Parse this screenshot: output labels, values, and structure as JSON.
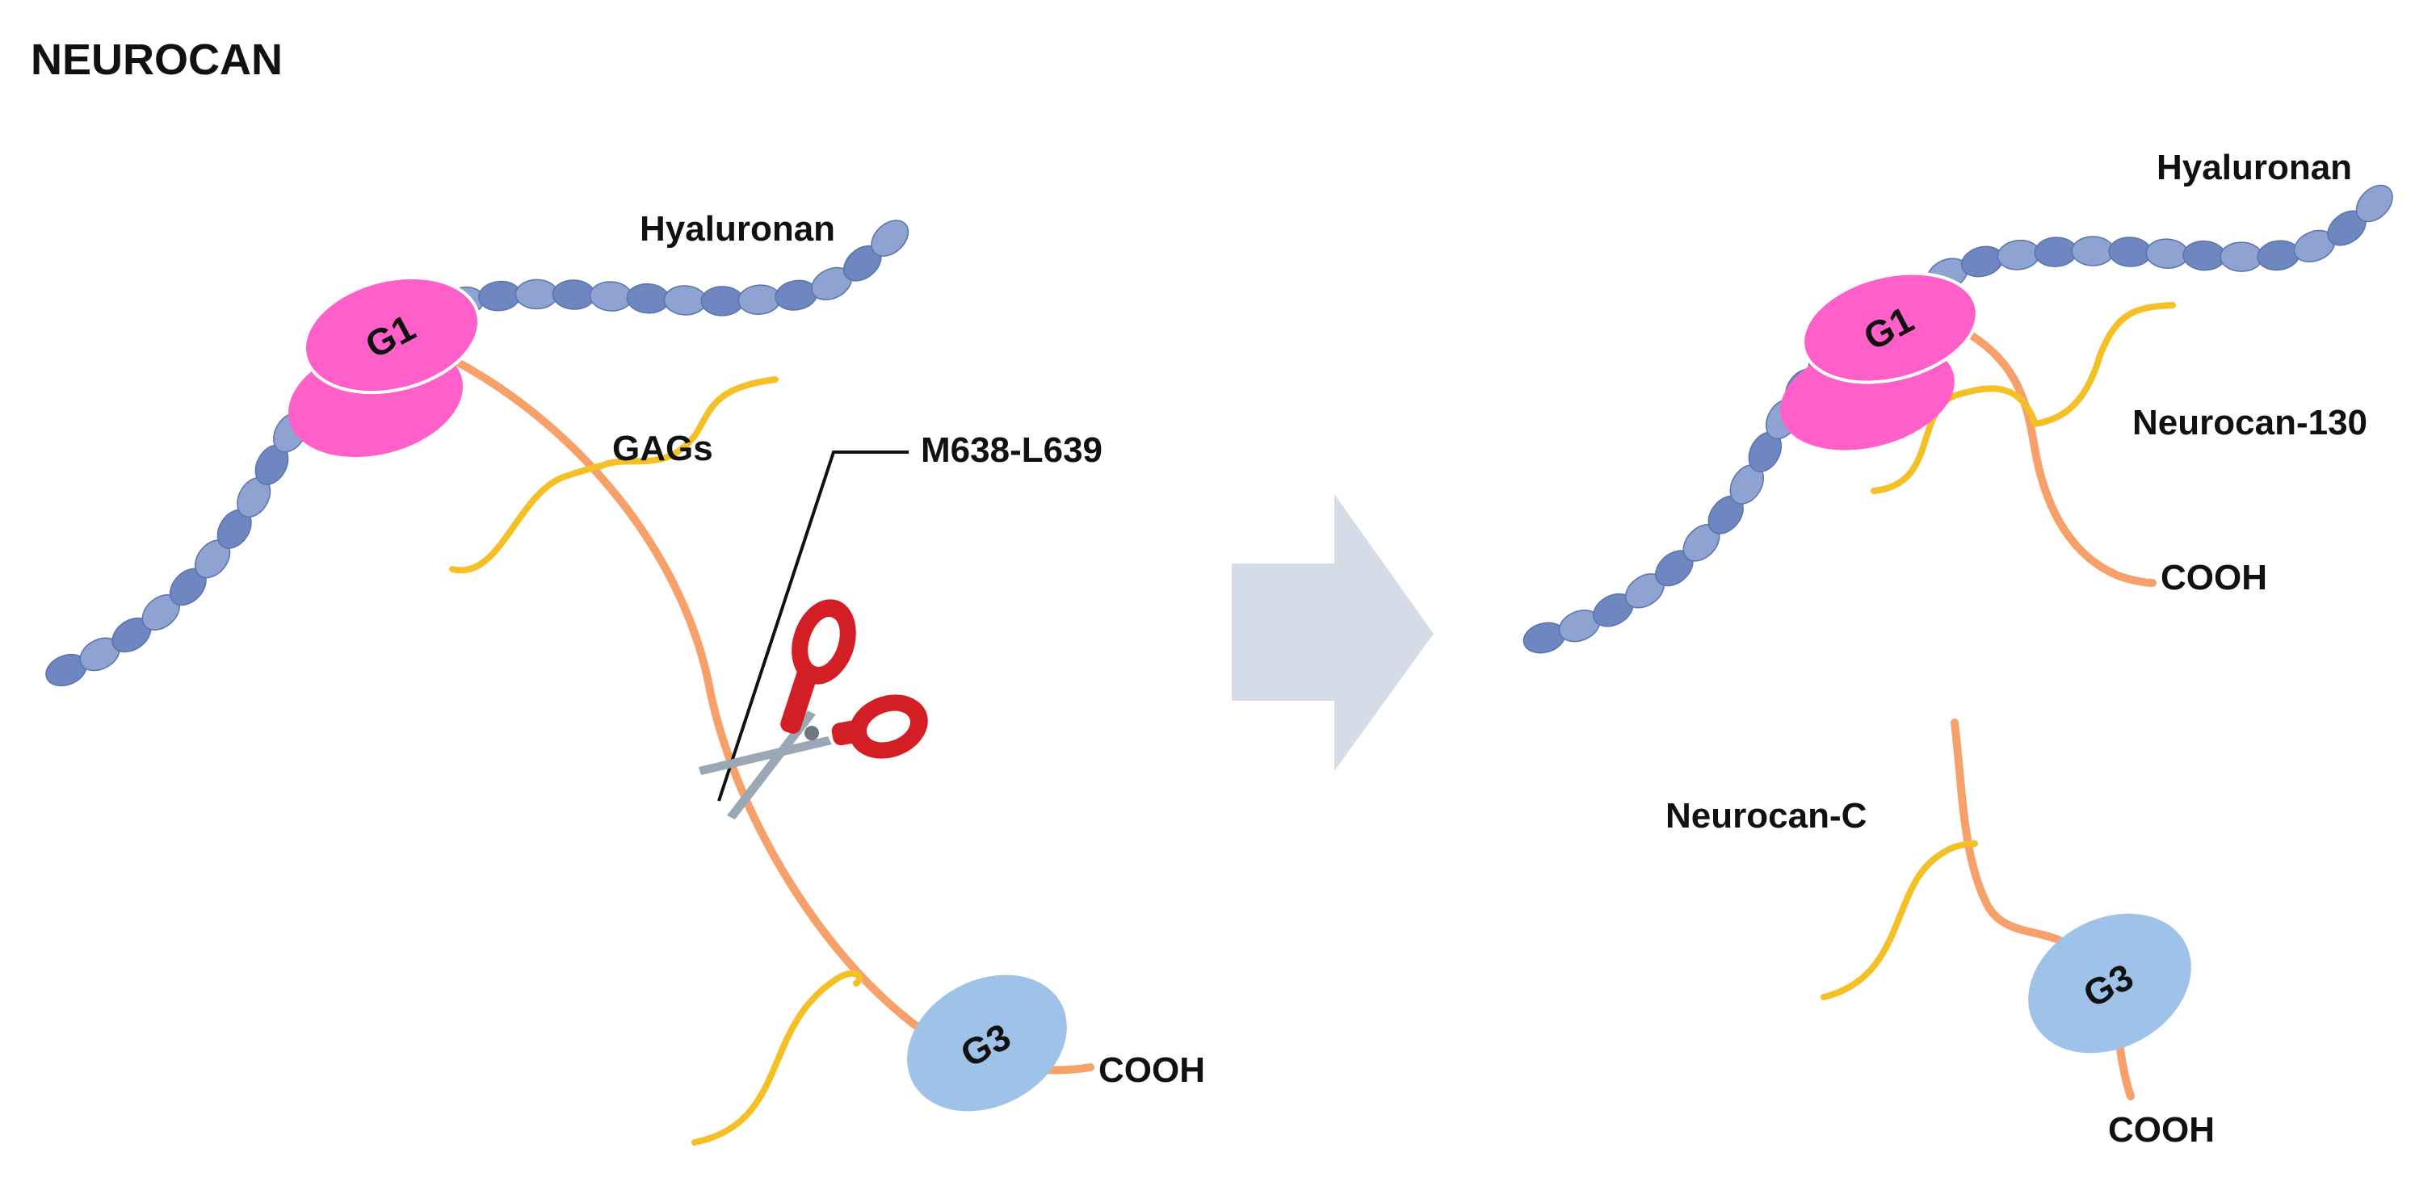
{
  "title": "NEUROCAN",
  "colors": {
    "hyaluronan": "#6f87c0",
    "hyaluronan_light": "#8ea3d2",
    "core_protein": "#f7a06a",
    "gag": "#f5c026",
    "g1": "#ff5fc8",
    "g3": "#9fc3e8",
    "arrow": "#d5dce8",
    "scissors_handle": "#d41e26",
    "scissors_blade": "#9aa7b5"
  },
  "left": {
    "hyaluronan_label": "Hyaluronan",
    "gags_label": "GAGs",
    "cleavage_site_label": "M638-L639",
    "g1_label": "G1",
    "g3_label": "G3",
    "cooh_label": "COOH",
    "icons": {
      "scissors": "scissors-icon"
    }
  },
  "arrow": {
    "icon": "right-arrow-icon"
  },
  "right": {
    "hyaluronan_label": "Hyaluronan",
    "g1_label": "G1",
    "neurocan130_label": "Neurocan-130",
    "cooh_top_label": "COOH",
    "neurocanC_label": "Neurocan-C",
    "g3_label": "G3",
    "cooh_bottom_label": "COOH"
  }
}
